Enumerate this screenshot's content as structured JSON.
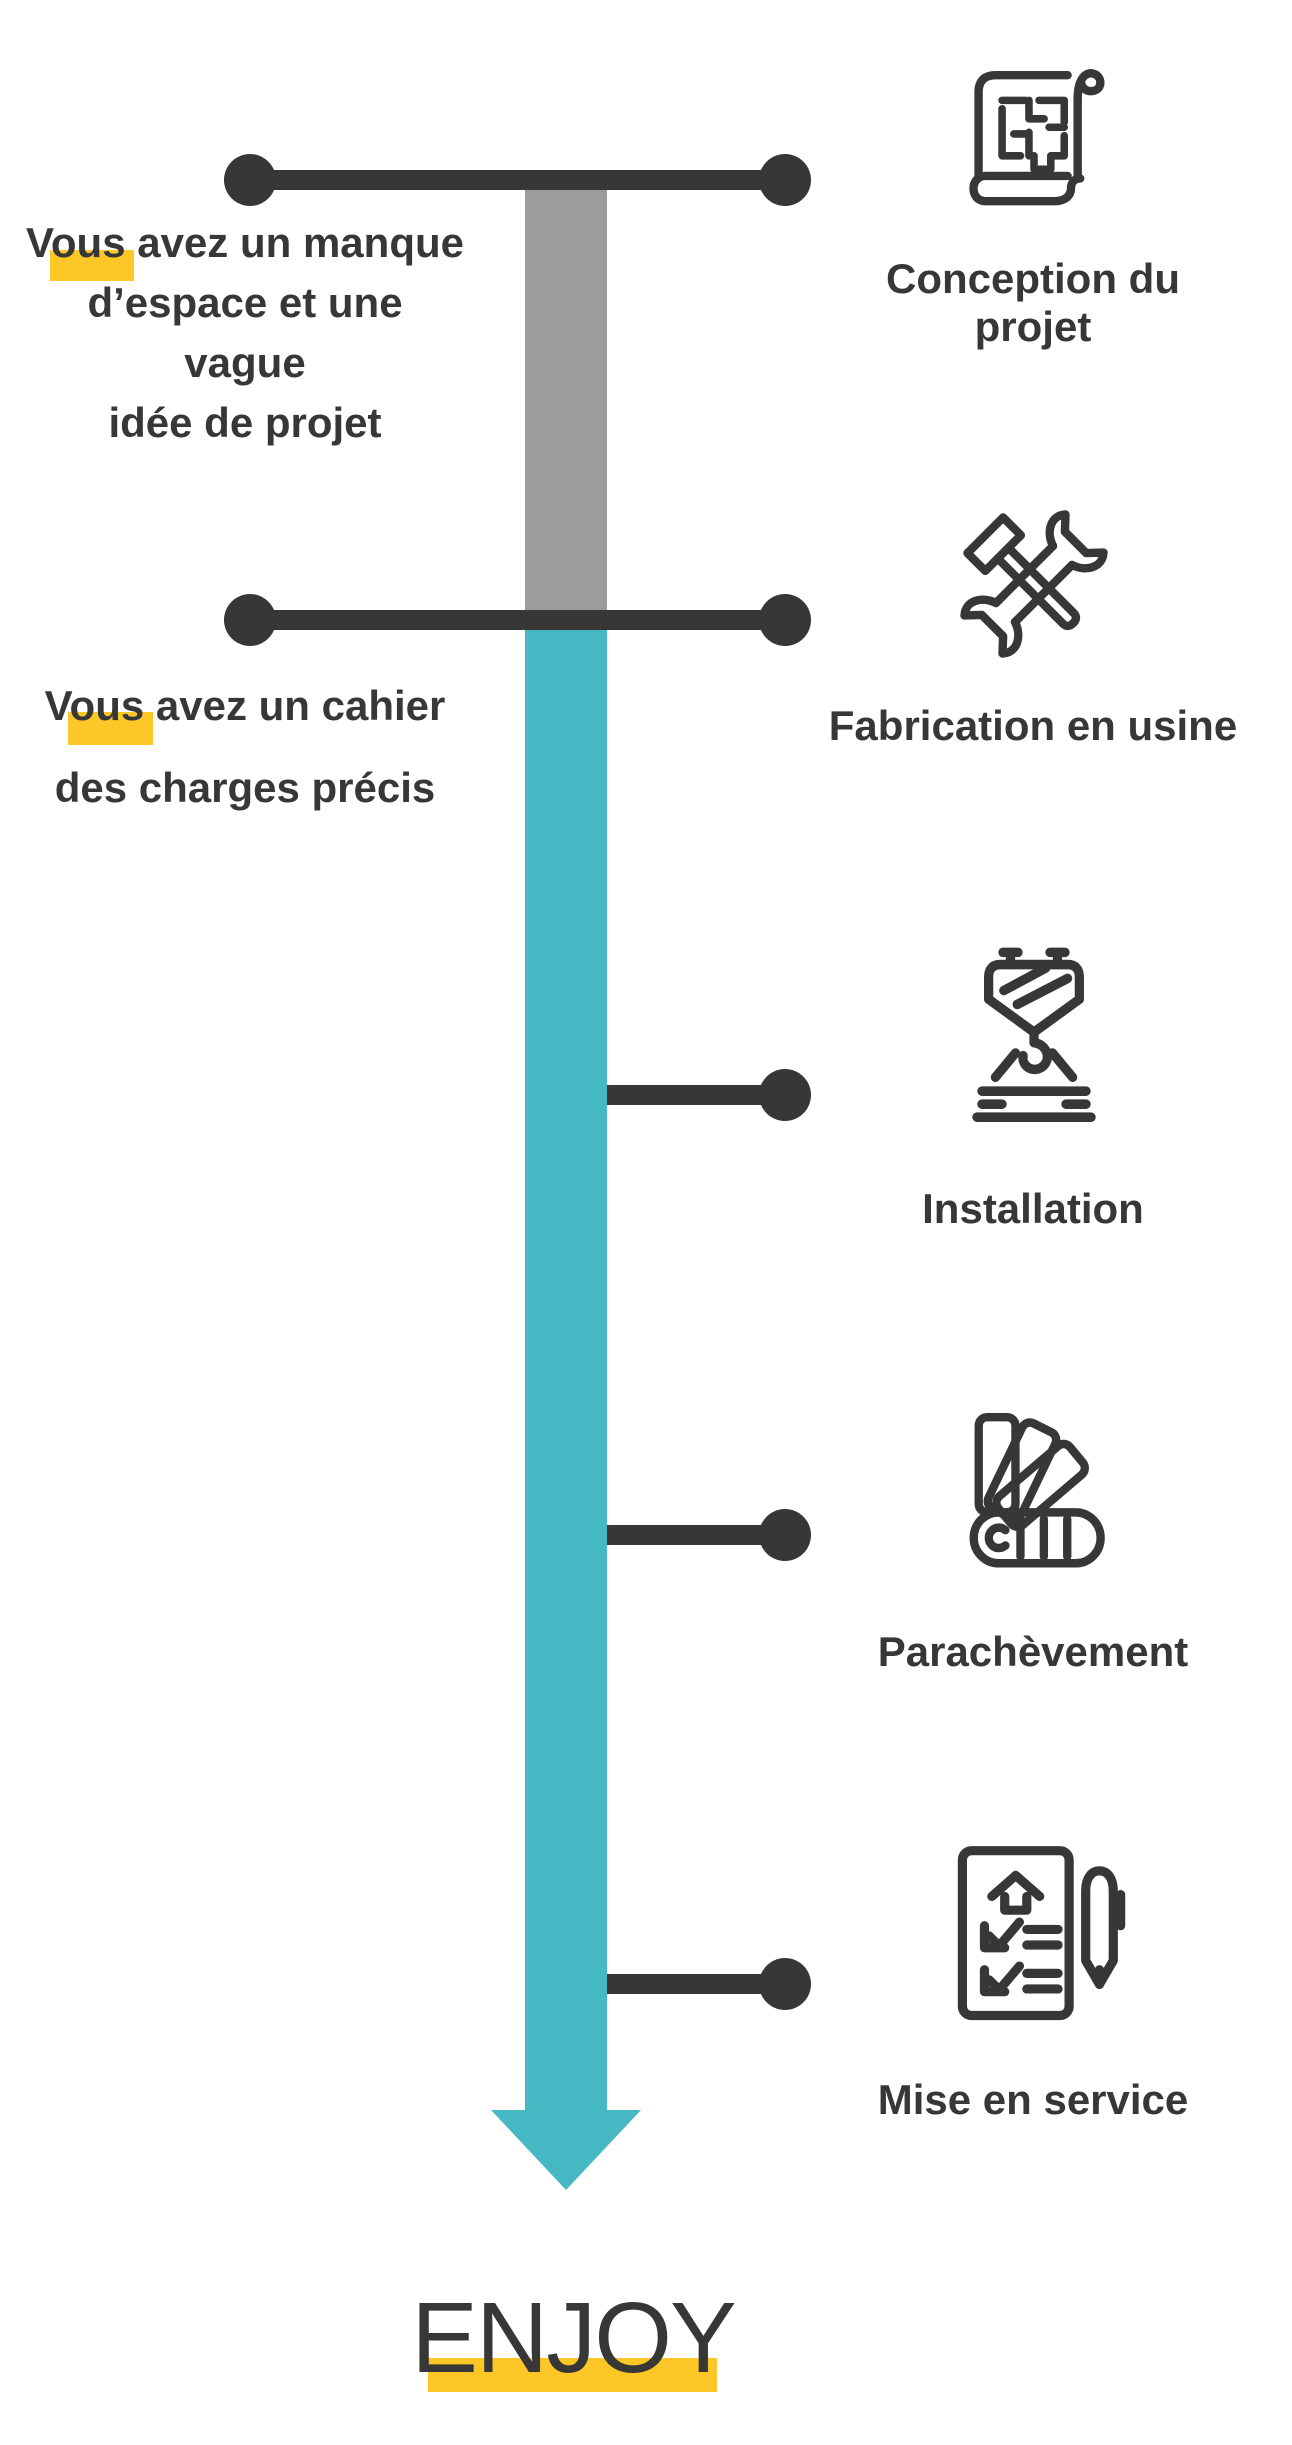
{
  "colors": {
    "background": "#ffffff",
    "dark": "#373737",
    "gray": "#9d9d9b",
    "teal": "#46b8c4",
    "yellow": "#fdc827"
  },
  "annotations": {
    "first": {
      "highlighted_word": "Vous",
      "line1": "Vous avez un manque",
      "line2": "d’espace et une vague",
      "line3": "idée de projet"
    },
    "second": {
      "highlighted_word": "Vous",
      "line1": "Vous avez un cahier",
      "line2": "des charges précis"
    }
  },
  "steps": [
    {
      "label": "Conception du projet",
      "icon": "blueprint-scroll-icon"
    },
    {
      "label": "Fabrication en usine",
      "icon": "hammer-wrench-icon"
    },
    {
      "label": "Installation",
      "icon": "crane-hook-icon"
    },
    {
      "label": "Parachèvement",
      "icon": "color-swatch-fan-icon"
    },
    {
      "label": "Mise en service",
      "icon": "checklist-pen-icon"
    }
  ],
  "end_label": "ENJOY"
}
